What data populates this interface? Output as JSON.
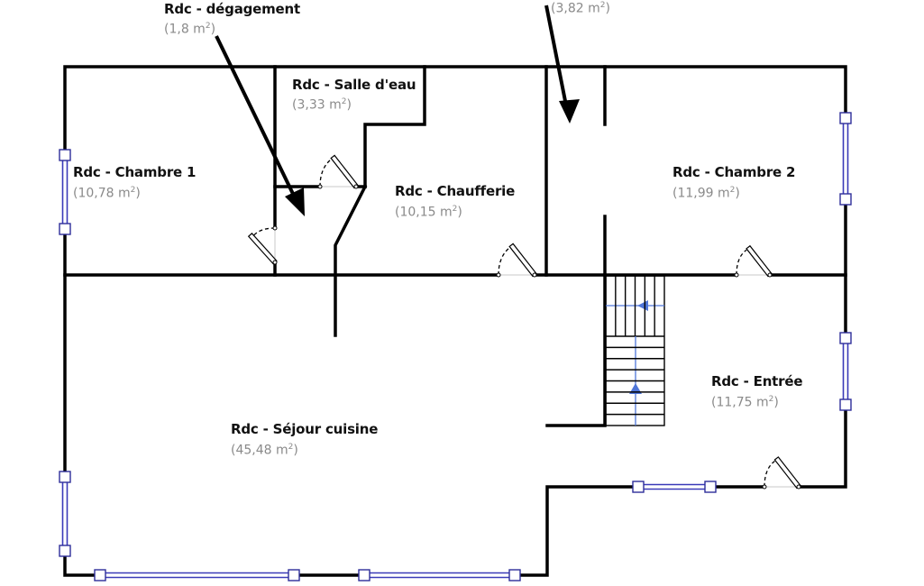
{
  "plan": {
    "title": "Floor plan - Rdc",
    "area_unit": "m",
    "area_unit_exponent": "2",
    "rooms": [
      {
        "id": "degagement",
        "name": "Rdc - dégagement",
        "area": "(1,8 m",
        "area_close": ")"
      },
      {
        "id": "unnamed-top",
        "name": "",
        "area": "(3,82 m",
        "area_close": ")"
      },
      {
        "id": "salle-d-eau",
        "name": "Rdc - Salle d'eau",
        "area": "(3,33 m",
        "area_close": ")"
      },
      {
        "id": "chambre-1",
        "name": "Rdc - Chambre 1",
        "area": "(10,78 m",
        "area_close": ")"
      },
      {
        "id": "chaufferie",
        "name": "Rdc - Chaufferie",
        "area": "(10,15 m",
        "area_close": ")"
      },
      {
        "id": "chambre-2",
        "name": "Rdc - Chambre 2",
        "area": "(11,99 m",
        "area_close": ")"
      },
      {
        "id": "entree",
        "name": "Rdc - Entrée",
        "area": "(11,75 m",
        "area_close": ")"
      },
      {
        "id": "sejour-cuisine",
        "name": "Rdc - Séjour cuisine",
        "area": "(45,48 m",
        "area_close": ")"
      }
    ]
  },
  "colors": {
    "wall": "#000000",
    "window": "#3a3ab8",
    "stair_arrow": "#4f76d9",
    "area_text": "#8a8a8a",
    "name_text": "#111111"
  }
}
